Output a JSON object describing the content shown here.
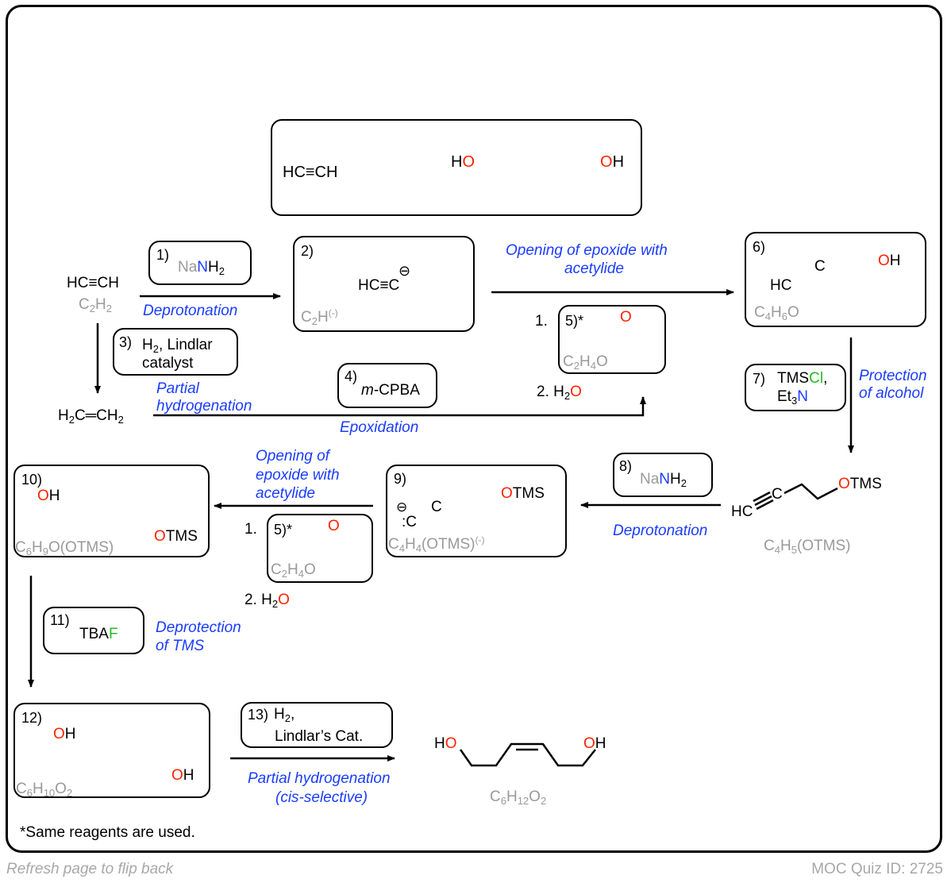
{
  "goal": {
    "start": "HC≡CH",
    "product_left": "HO",
    "product_right": "OH"
  },
  "steps": {
    "s1": {
      "num": "1)",
      "reagent_a": "Na",
      "reagent_b": "N",
      "reagent_c": "H",
      "reagent_sub": "2",
      "label": "Deprotonation"
    },
    "acetylene": {
      "formula": "HC≡CH",
      "mf_a": "C",
      "mf_sub1": "2",
      "mf_b": "H",
      "mf_sub2": "2"
    },
    "s2": {
      "num": "2)",
      "structure": "HC≡C",
      "lone_pair": ":",
      "charge": "⊖",
      "mf": "C",
      "mf_sub": "2",
      "mf_h": "H",
      "mf_sup": "(-)"
    },
    "s3": {
      "num": "3)",
      "line1": "H",
      "line1_sub": "2",
      "line1_rest": ", Lindlar",
      "line2": "catalyst",
      "label_line1": "Partial",
      "label_line2": "hydrogenation"
    },
    "ethylene": {
      "left": "H",
      "left_sub": "2",
      "mid": "C═CH",
      "right_sub": "2"
    },
    "s4": {
      "num": "4)",
      "reagent_m": "m",
      "reagent_rest": "-CPBA",
      "label": "Epoxidation"
    },
    "s5_top": {
      "step1": "1.",
      "num": "5)*",
      "o": "O",
      "mf": "C",
      "mf_sub1": "2",
      "mf_h": "H",
      "mf_sub2": "4",
      "mf_o": "O",
      "step2": "2. H",
      "step2_sub": "2",
      "step2_o": "O"
    },
    "opening_top": {
      "line1": "Opening of epoxide with",
      "line2": "acetylide"
    },
    "s6": {
      "num": "6)",
      "hc": "HC",
      "c": "C",
      "o": "O",
      "h": "H",
      "mf": "C",
      "mf_sub1": "4",
      "mf_h": "H",
      "mf_sub2": "6",
      "mf_o": "O"
    },
    "s7": {
      "num": "7)",
      "line1": "TMS",
      "line1_cl": "Cl",
      "line1_comma": ",",
      "line2": "Et",
      "line2_sub": "3",
      "line2_n": "N",
      "label_line1": "Protection",
      "label_line2": "of alcohol"
    },
    "s8_product": {
      "hc": "HC",
      "c": "C",
      "o": "O",
      "tms": "TMS",
      "mf": "C",
      "mf_sub1": "4",
      "mf_h": "H",
      "mf_sub2": "5",
      "mf_rest": "(OTMS)"
    },
    "s8": {
      "num": "8)",
      "reagent_a": "Na",
      "reagent_b": "N",
      "reagent_c": "H",
      "reagent_sub": "2",
      "label": "Deprotonation"
    },
    "s9": {
      "num": "9)",
      "charge": "⊖",
      "c1": ":C",
      "c2": "C",
      "o": "O",
      "tms": "TMS",
      "mf": "C",
      "mf_sub1": "4",
      "mf_h": "H",
      "mf_sub2": "4",
      "mf_rest": "(OTMS)",
      "mf_sup": "(-)"
    },
    "opening_mid": {
      "line1": "Opening of",
      "line2": "epoxide with",
      "line3": "acetylide"
    },
    "s5_mid": {
      "step1": "1.",
      "num": "5)*",
      "o": "O",
      "mf": "C",
      "mf_sub1": "2",
      "mf_h": "H",
      "mf_sub2": "4",
      "mf_o": "O",
      "step2": "2. H",
      "step2_sub": "2",
      "step2_o": "O"
    },
    "s10": {
      "num": "10)",
      "o": "O",
      "h": "H",
      "otms_o": "O",
      "otms": "TMS",
      "mf": "C",
      "mf_sub1": "6",
      "mf_h": "H",
      "mf_sub2": "9",
      "mf_rest": "O(OTMS)"
    },
    "s11": {
      "num": "11)",
      "reagent": "TBA",
      "reagent_f": "F",
      "label_line1": "Deprotection",
      "label_line2": "of TMS"
    },
    "s12": {
      "num": "12)",
      "o": "O",
      "h": "H",
      "mf": "C",
      "mf_sub1": "6",
      "mf_h": "H",
      "mf_sub2": "10",
      "mf_o": "O",
      "mf_sub3": "2"
    },
    "s13": {
      "num": "13)",
      "line1": "H",
      "line1_sub": "2",
      "line1_comma": ",",
      "line2": "Lindlar’s Cat.",
      "label_line1": "Partial hydrogenation",
      "label_line2": "(cis-selective)"
    },
    "final": {
      "h": "H",
      "o": "O",
      "mf": "C",
      "mf_sub1": "6",
      "mf_h": "H",
      "mf_sub2": "12",
      "mf_o": "O",
      "mf_sub3": "2"
    }
  },
  "footnote": "*Same reagents are used.",
  "footer": {
    "left": "Refresh page to flip back",
    "right": "MOC Quiz ID: 2725"
  },
  "colors": {
    "oxygen": "#ff2200",
    "nitrogen": "#1a3cff",
    "halogen": "#22bb22",
    "annotation": "#1a3cff",
    "formula": "#9a9a9a"
  }
}
